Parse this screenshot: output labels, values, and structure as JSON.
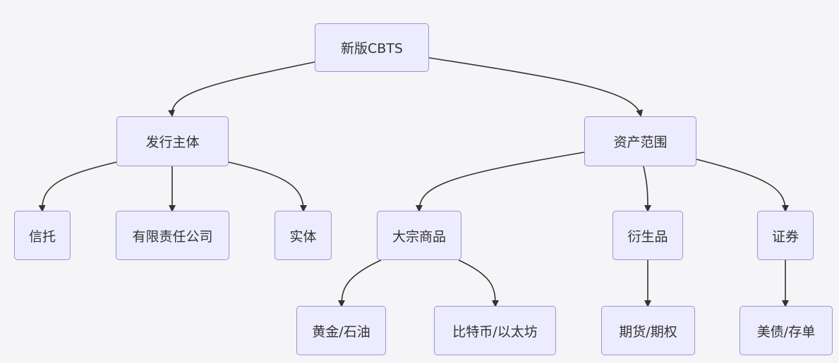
{
  "diagram": {
    "nodes": {
      "root": "新版CBTS",
      "issuer": "发行主体",
      "assets": "资产范围",
      "trust": "信托",
      "llc": "有限责任公司",
      "entity": "实体",
      "commodity": "大宗商品",
      "derivative": "衍生品",
      "security": "证券",
      "gold_oil": "黄金/石油",
      "btc_eth": "比特币/以太坊",
      "futures_options": "期货/期权",
      "treasury_deposit": "美债/存单"
    },
    "edges": [
      [
        "root",
        "issuer"
      ],
      [
        "root",
        "assets"
      ],
      [
        "issuer",
        "trust"
      ],
      [
        "issuer",
        "llc"
      ],
      [
        "issuer",
        "entity"
      ],
      [
        "assets",
        "commodity"
      ],
      [
        "assets",
        "derivative"
      ],
      [
        "assets",
        "security"
      ],
      [
        "commodity",
        "gold_oil"
      ],
      [
        "commodity",
        "btc_eth"
      ],
      [
        "derivative",
        "futures_options"
      ],
      [
        "security",
        "treasury_deposit"
      ]
    ],
    "colors": {
      "node_fill": "#ececfe",
      "node_border": "#9b94d6",
      "edge": "#333333",
      "background": "#f5f4f6"
    }
  }
}
